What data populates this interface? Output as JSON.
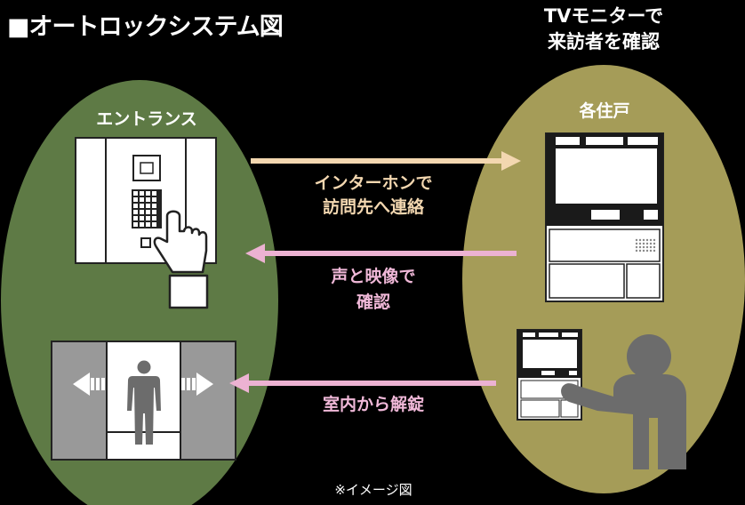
{
  "title": "■オートロックシステム図",
  "tv_caption": {
    "line1": "TVモニターで",
    "line2": "来訪者を確認"
  },
  "entrance": {
    "label": "エントランス"
  },
  "residence": {
    "label": "各住戸"
  },
  "arrows": {
    "intercom": {
      "line1": "インターホンで",
      "line2": "訪問先へ連絡"
    },
    "confirm": {
      "line1": "声と映像で",
      "line2": "確認"
    },
    "unlock": {
      "label": "室内から解錠"
    }
  },
  "note": "※イメージ図",
  "colors": {
    "background": "#000000",
    "left_circle": "#5e7a45",
    "right_circle": "#a59c58",
    "arrow_peach": "#f3d7b0",
    "arrow_pink": "#ecb2d2"
  }
}
